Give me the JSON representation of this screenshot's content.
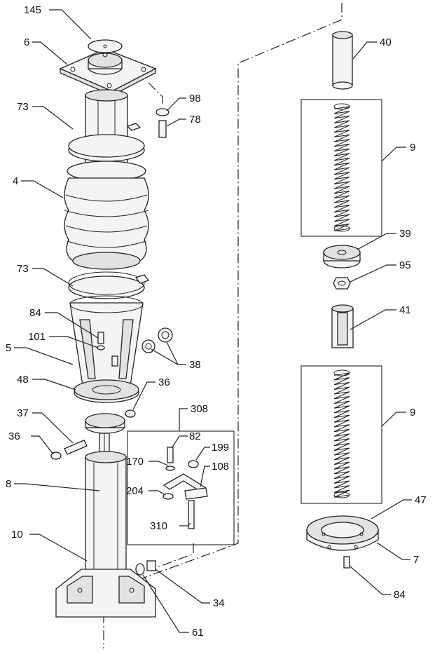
{
  "labels": {
    "p145": "145",
    "p6": "6",
    "p73a": "73",
    "p4": "4",
    "p73b": "73",
    "p84a": "84",
    "p101": "101",
    "p5": "5",
    "p48": "48",
    "p36a": "36",
    "p37": "37",
    "p36b": "36",
    "p8": "8",
    "p10": "10",
    "p98": "98",
    "p78": "78",
    "p38": "38",
    "p308": "308",
    "p82": "82",
    "p170": "170",
    "p199": "199",
    "p108": "108",
    "p204": "204",
    "p310": "310",
    "p34": "34",
    "p61": "61",
    "p40": "40",
    "p9a": "9",
    "p39": "39",
    "p95": "95",
    "p41": "41",
    "p9b": "9",
    "p47": "47",
    "p7": "7",
    "p84b": "84"
  }
}
